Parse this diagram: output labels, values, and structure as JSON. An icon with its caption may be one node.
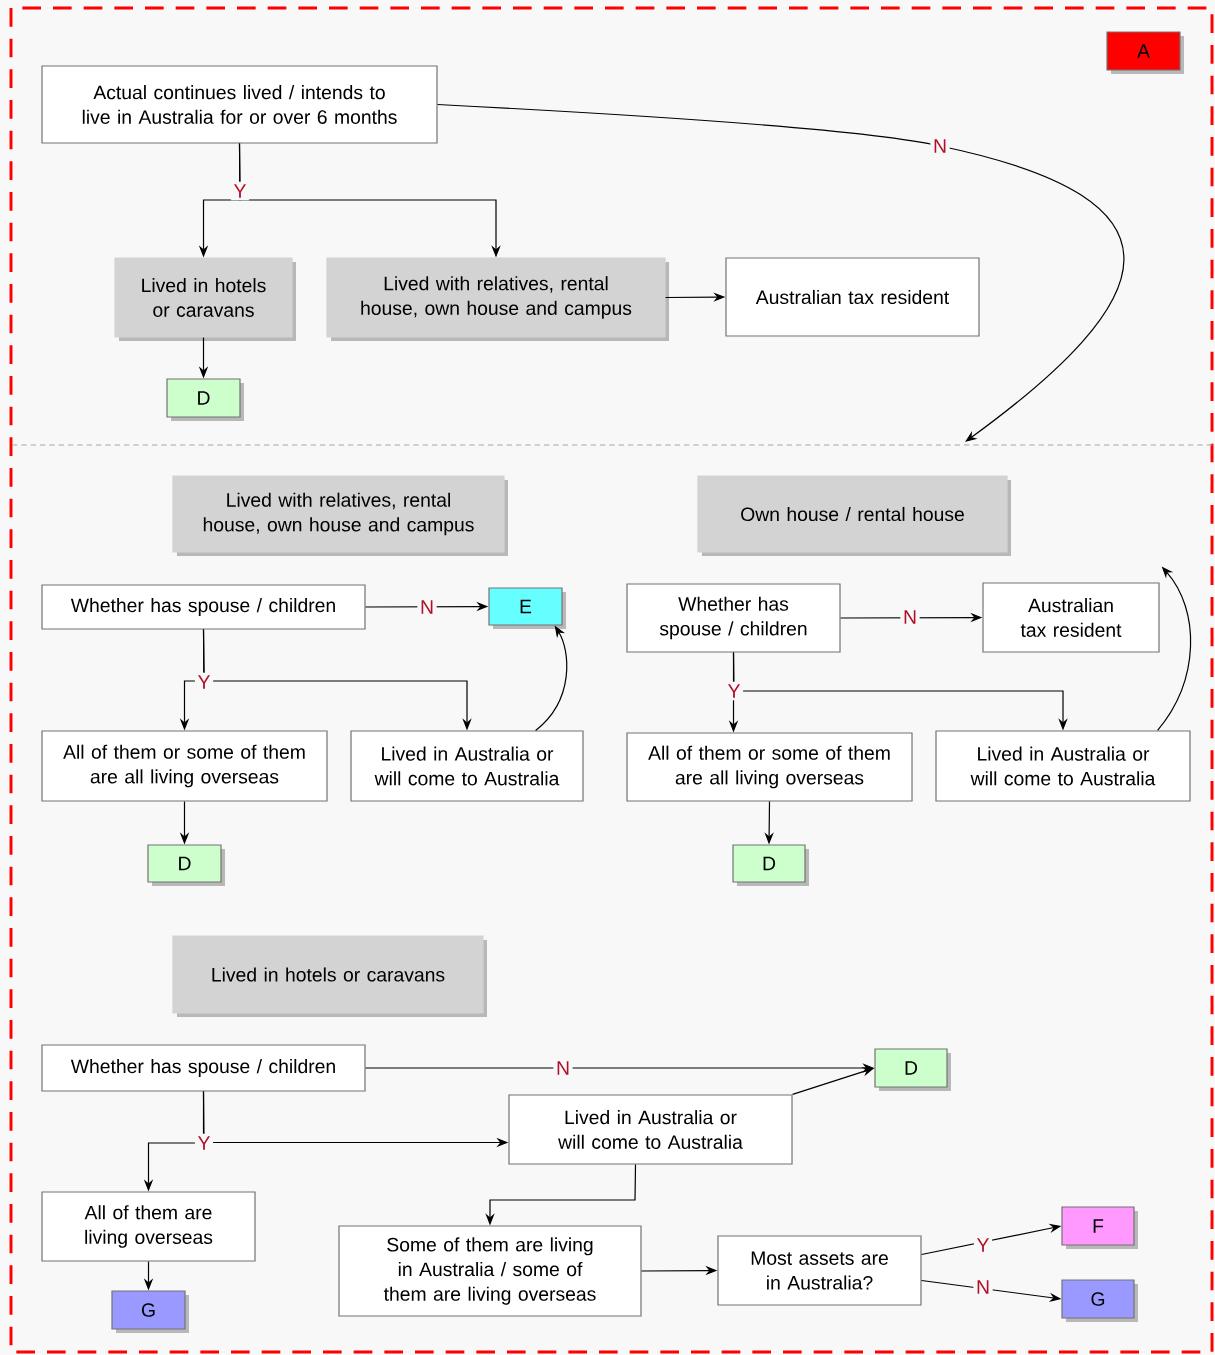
{
  "diagram": {
    "nodes": [
      {
        "text": [
          "A"
        ]
      },
      {
        "text": [
          "Actual continues lived / intends to live in Australia for or over 6 months"
        ]
      },
      {
        "text": [
          "Lived in hotels or caravans"
        ]
      },
      {
        "text": [
          "Lived with relatives, rental house, own house and campus"
        ]
      },
      {
        "text": [
          "Australian tax resident"
        ]
      },
      {
        "text": [
          "D"
        ]
      },
      {
        "text": [
          "Lived with relatives, rental house, own house and campus"
        ]
      },
      {
        "text": [
          "Own house / rental house"
        ]
      },
      {
        "text": [
          "Whether has spouse / children"
        ]
      },
      {
        "text": [
          "E"
        ]
      },
      {
        "text": [
          "All of them or some of them are all living overseas"
        ]
      },
      {
        "text": [
          "Lived in Australia or will come to Australia"
        ]
      },
      {
        "text": [
          "D"
        ]
      },
      {
        "text": [
          "Whether has spouse / children"
        ]
      },
      {
        "text": [
          "Australian tax resident"
        ]
      },
      {
        "text": [
          "All of them or some of them are all living overseas"
        ]
      },
      {
        "text": [
          "Lived in Australia or will come to Australia"
        ]
      },
      {
        "text": [
          "D"
        ]
      },
      {
        "text": [
          "Lived in hotels or caravans"
        ]
      },
      {
        "text": [
          "Whether has spouse / children"
        ]
      },
      {
        "text": [
          "D"
        ]
      },
      {
        "text": [
          "Lived in Australia or will come to Australia"
        ]
      },
      {
        "text": [
          "All of them are living overseas"
        ]
      },
      {
        "text": [
          "G"
        ]
      },
      {
        "text": [
          "Some of them are living in Australia / some of them are living overseas"
        ]
      },
      {
        "text": [
          "Most assets are in Australia?"
        ]
      },
      {
        "text": [
          "F"
        ]
      },
      {
        "text": [
          "G"
        ]
      }
    ],
    "edges": [
      {
        "from": 1,
        "to": null,
        "arrow": "to",
        "label": "N"
      },
      {
        "from": 1,
        "to": 2,
        "arrow": "to",
        "label": "Y"
      },
      {
        "from": 1,
        "to": 3,
        "arrow": "to"
      },
      {
        "from": 3,
        "to": 4,
        "arrow": "to"
      },
      {
        "from": 2,
        "to": 5,
        "arrow": "to"
      },
      {
        "from": 8,
        "to": 9,
        "arrow": "to",
        "label": "N"
      },
      {
        "from": 8,
        "to": 10,
        "arrow": "to",
        "label": "Y"
      },
      {
        "from": 8,
        "to": 11,
        "arrow": "to"
      },
      {
        "from": 11,
        "to": 9,
        "arrow": "to"
      },
      {
        "from": 10,
        "to": 12,
        "arrow": "to"
      },
      {
        "from": 13,
        "to": 14,
        "arrow": "to",
        "label": "N"
      },
      {
        "from": 13,
        "to": 15,
        "arrow": "to",
        "label": "Y"
      },
      {
        "from": 13,
        "to": 16,
        "arrow": "to"
      },
      {
        "from": 16,
        "to": 14,
        "arrow": "to"
      },
      {
        "from": 15,
        "to": 17,
        "arrow": "to"
      },
      {
        "from": 19,
        "to": 20,
        "arrow": "to",
        "label": "N"
      },
      {
        "from": 19,
        "to": 22,
        "arrow": "to",
        "label": "Y"
      },
      {
        "from": 19,
        "to": 21,
        "arrow": "to"
      },
      {
        "from": 21,
        "to": 20,
        "arrow": "to"
      },
      {
        "from": 21,
        "to": 24,
        "arrow": "to"
      },
      {
        "from": 22,
        "to": 23,
        "arrow": "to"
      },
      {
        "from": 24,
        "to": 25,
        "arrow": "to"
      },
      {
        "from": 25,
        "to": 26,
        "arrow": "to",
        "label": "Y"
      },
      {
        "from": 25,
        "to": 27,
        "arrow": "to",
        "label": "N"
      }
    ]
  }
}
